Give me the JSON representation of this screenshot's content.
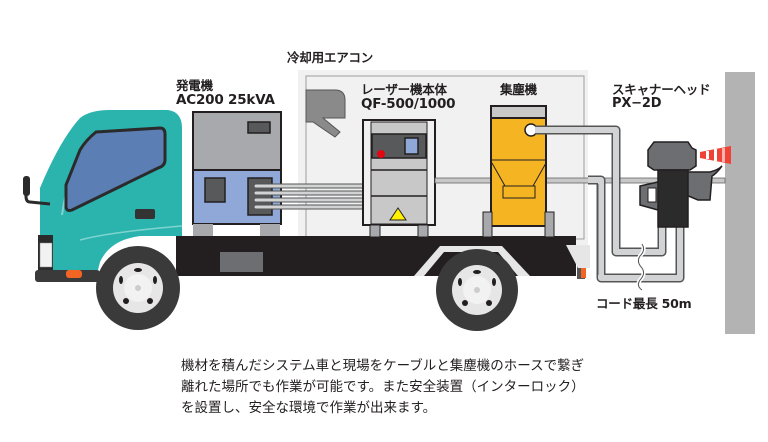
{
  "labels": {
    "cooling_ac": "冷却用エアコン",
    "generator_name": "発電機",
    "generator_model": "AC200 25kVA",
    "laser_name": "レーザー機本体",
    "laser_model": "QF-500/1000",
    "dust_collector": "集塵機",
    "scanner_head_name": "スキャナーヘッド",
    "scanner_head_model": "PX−2D",
    "cord_length": "コード最長 50m"
  },
  "description": [
    "機材を積んだシステム車と現場をケーブルと集塵機のホースで繋ぎ",
    "離れた場所でも作業が可能です。また安全装置（インターロック）",
    "を設置し、安全な環境で作業が出来ます。"
  ],
  "colors": {
    "truck_cab": "#2bb3ae",
    "cab_window": "#5b7fb5",
    "generator_top": "#a7a9ac",
    "generator_bottom": "#8fa8d8",
    "dust_collector": "#f5b523",
    "wall": "#b3b3b3",
    "laser_indicator": "#e30613",
    "warning": "#fff200",
    "chassis": "#231f20"
  }
}
